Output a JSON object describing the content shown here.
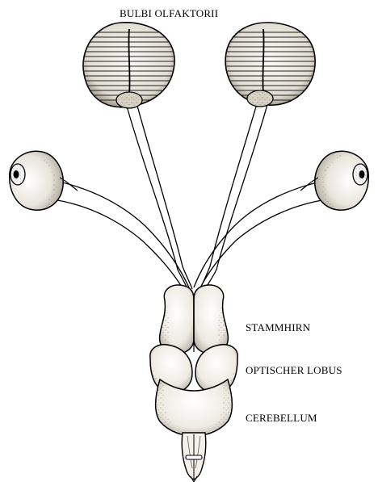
{
  "diagram": {
    "labels": {
      "bulbi_olfaktorii": "BULBI OLFAKTORII",
      "stammhirn": "STAMMHIRN",
      "optischer_lobus": "OPTISCHER LOBUS",
      "cerebellum": "CEREBELLUM"
    },
    "colors": {
      "ink": "#000000",
      "fill": "#f7f5f0",
      "shade": "#b8b2a6",
      "background": "#ffffff"
    }
  }
}
